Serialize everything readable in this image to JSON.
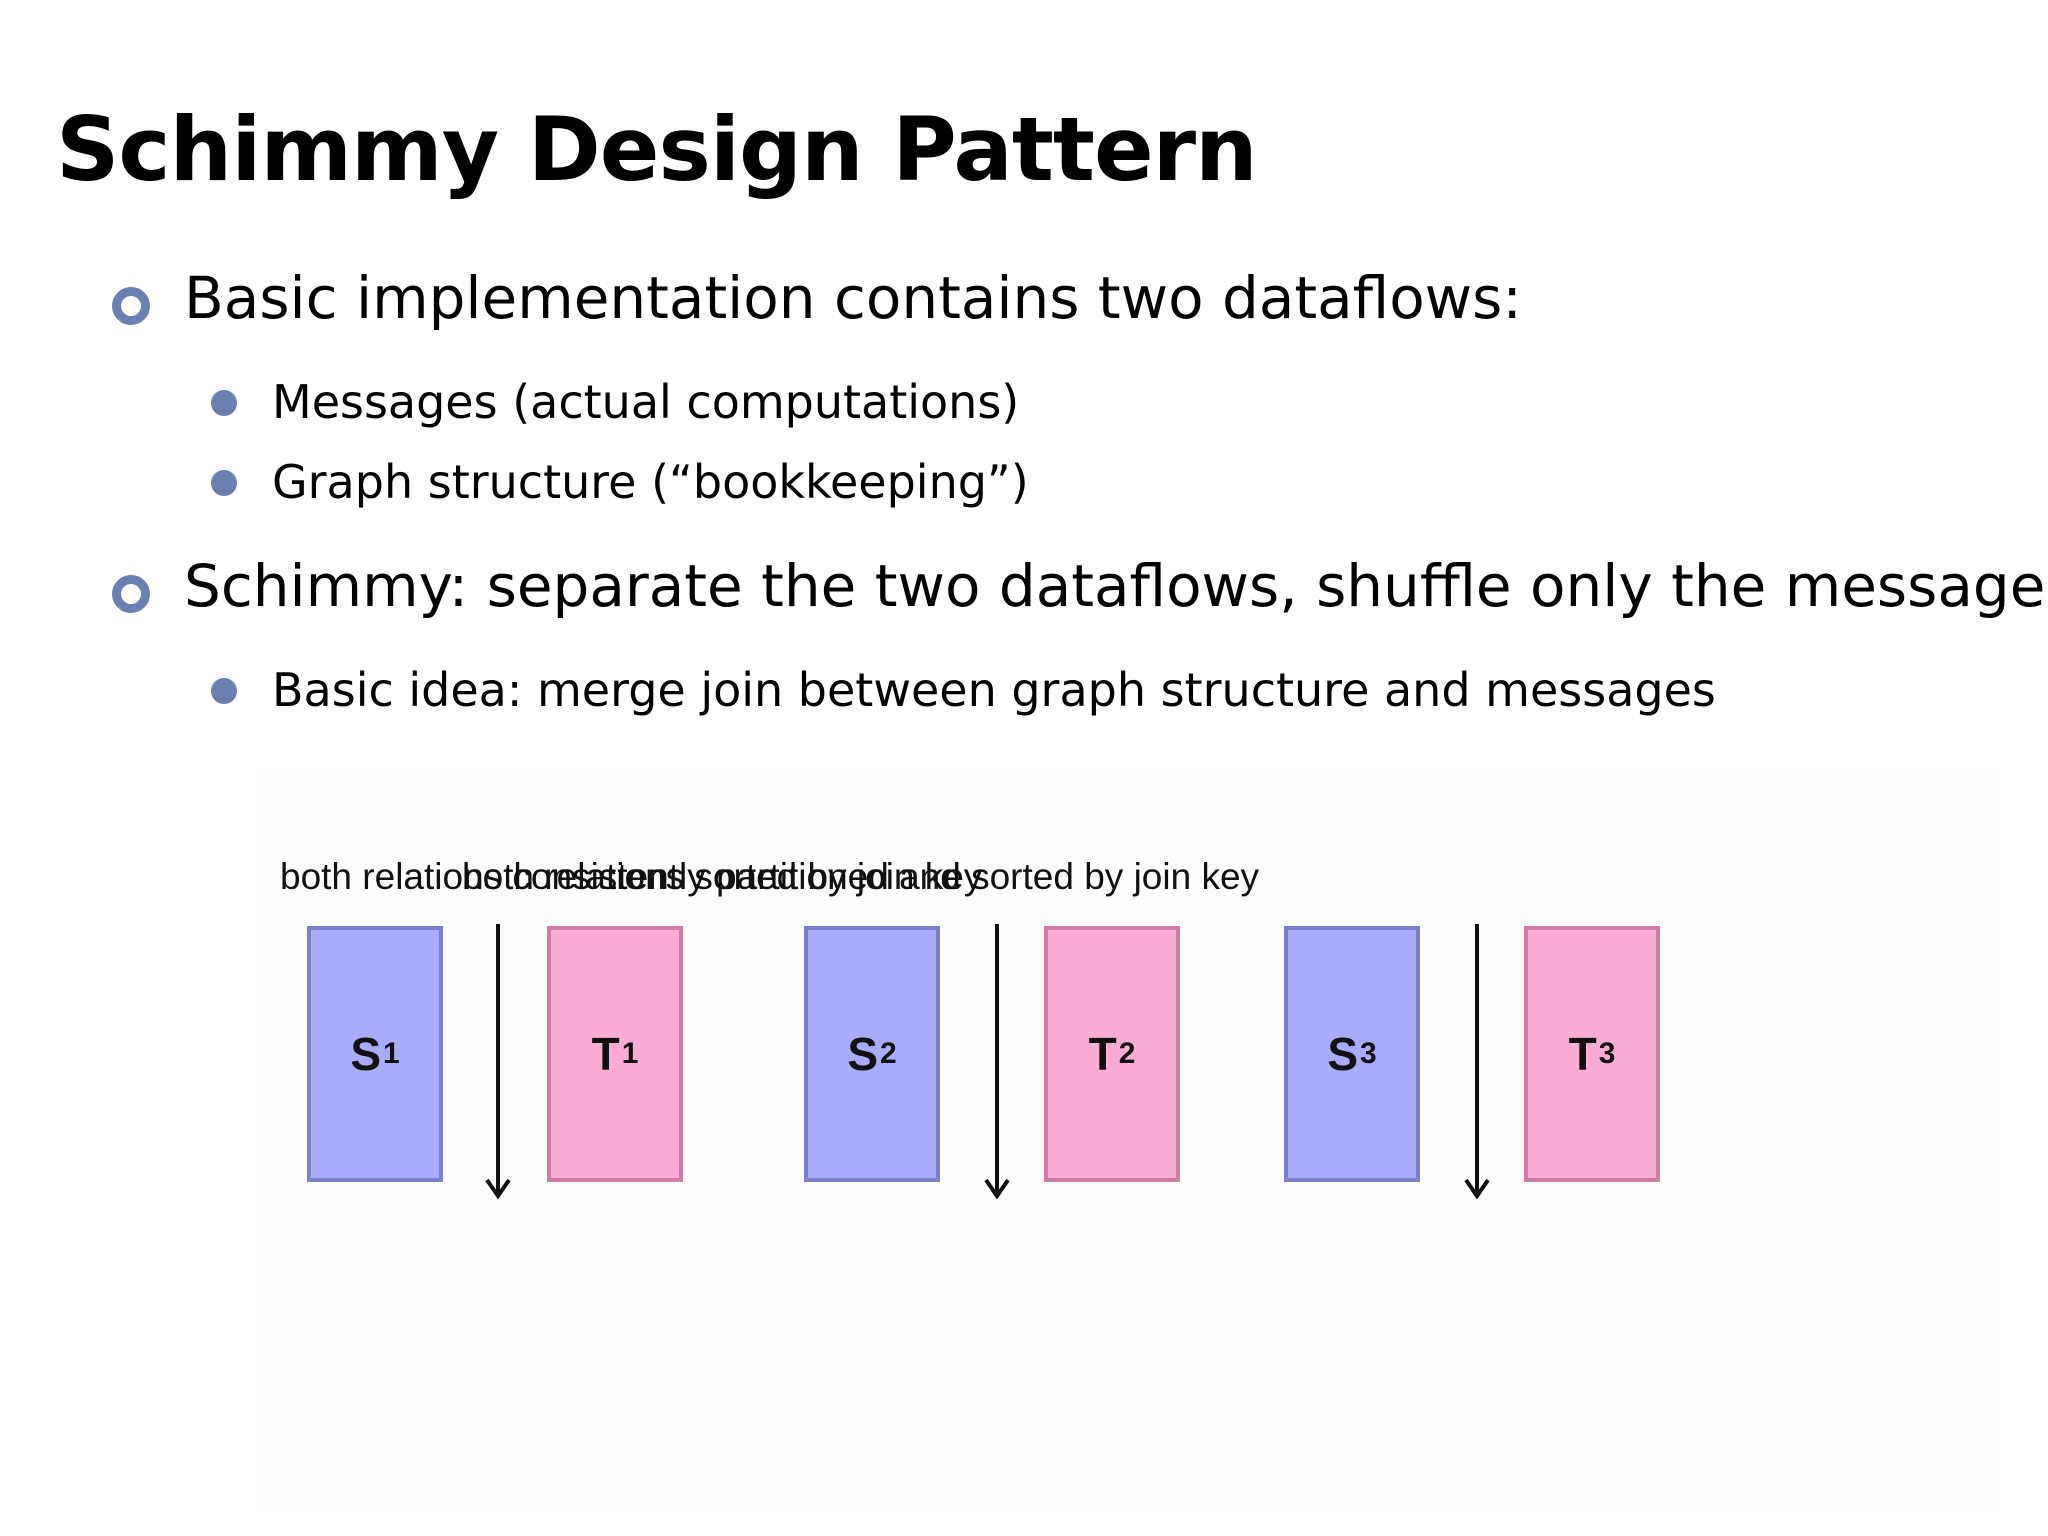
{
  "slide": {
    "title": "Schimmy Design Pattern",
    "bullets": [
      {
        "text": "Basic implementation contains two dataflows:",
        "sub": [
          "Messages (actual computations)",
          "Graph structure (“bookkeeping”)"
        ]
      },
      {
        "text": "Schimmy: separate the two dataflows, shuffle only the messages",
        "sub": [
          "Basic idea: merge join between graph structure and messages"
        ]
      }
    ]
  },
  "diagram": {
    "caption_partitioned": "both relations consistently partitioned and sorted by join key",
    "caption_sorted": "both relations sorted by join key",
    "pairs": [
      {
        "s_letter": "S",
        "s_index": "1",
        "t_letter": "T",
        "t_index": "1"
      },
      {
        "s_letter": "S",
        "s_index": "2",
        "t_letter": "T",
        "t_index": "2"
      },
      {
        "s_letter": "S",
        "s_index": "3",
        "t_letter": "T",
        "t_index": "3"
      }
    ],
    "colors": {
      "s_fill": "#a9acfb",
      "s_border": "#7b80cc",
      "t_fill": "#fdacd6",
      "t_border": "#d07ca6",
      "bullet": "#6a80b0"
    }
  }
}
